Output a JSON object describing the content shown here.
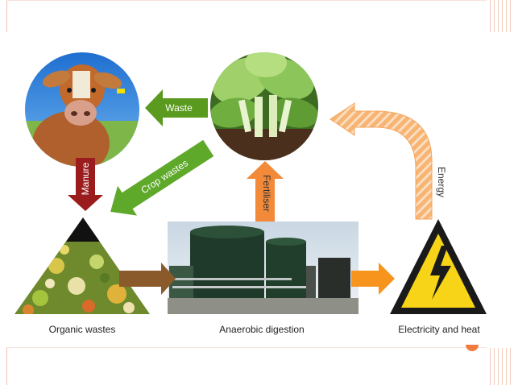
{
  "captions": {
    "organic_wastes": "Organic wastes",
    "anaerobic_digestion": "Anaerobic digestion",
    "electricity_and_heat": "Electricity and heat"
  },
  "arrows": {
    "waste": "Waste",
    "crop_wastes": "Crop wastes",
    "manure": "Manure",
    "fertiliser": "Fertiliser",
    "energy": "Energy"
  },
  "colors": {
    "waste_arrow": "#5a9a1e",
    "crop_arrow": "#5ea82a",
    "manure_arrow": "#9b1c1c",
    "fertiliser_arrow": "#f28a3a",
    "energy_arrow": "#f6a45a",
    "digest_arrow": "#8b5a2b",
    "power_arrow": "#f7941d",
    "warning_yellow": "#f7d417"
  }
}
